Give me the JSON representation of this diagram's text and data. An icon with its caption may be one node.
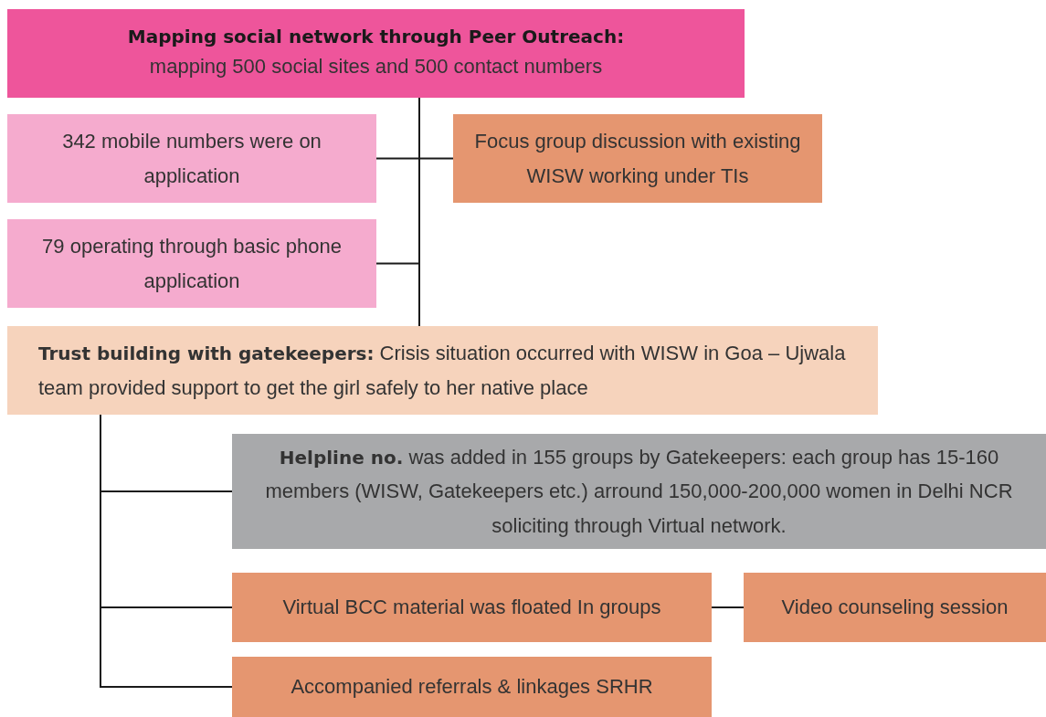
{
  "diagram": {
    "nodes": [
      {
        "text": [
          "Mapping social network through Peer Outreach:",
          "mapping 500 social sites and 500 contact numbers"
        ]
      },
      {
        "text": [
          "342 mobile numbers were on application"
        ]
      },
      {
        "text": [
          "Focus group discussion with existing WISW working under TIs"
        ]
      },
      {
        "text": [
          "79 operating through basic phone application"
        ]
      },
      {
        "text": [
          "**Trust building with gatekeepers:** Crisis situation occurred with WISW in Goa – Ujwala team provided support to get the girl safely to her native place"
        ]
      },
      {
        "text": [
          "**Helpline no.** was added in 155 groups by Gatekeepers: each group has 15-160 members (WISW, Gatekeepers etc.) arround 150,000-200,000 women in Delhi NCR soliciting through Virtual network."
        ]
      },
      {
        "text": [
          "Virtual BCC material was floated In groups"
        ]
      },
      {
        "text": [
          "Video counseling session"
        ]
      },
      {
        "text": [
          "Accompanied referrals & linkages SRHR"
        ]
      }
    ],
    "edges": [
      {
        "from": 0,
        "to": 1,
        "arrow": "none"
      },
      {
        "from": 0,
        "to": 2,
        "arrow": "none"
      },
      {
        "from": 0,
        "to": 3,
        "arrow": "none"
      },
      {
        "from": 0,
        "to": 4,
        "arrow": "none"
      },
      {
        "from": 4,
        "to": 5,
        "arrow": "none"
      },
      {
        "from": 4,
        "to": 6,
        "arrow": "none"
      },
      {
        "from": 6,
        "to": 7,
        "arrow": "none"
      },
      {
        "from": 4,
        "to": 8,
        "arrow": "none"
      }
    ]
  }
}
